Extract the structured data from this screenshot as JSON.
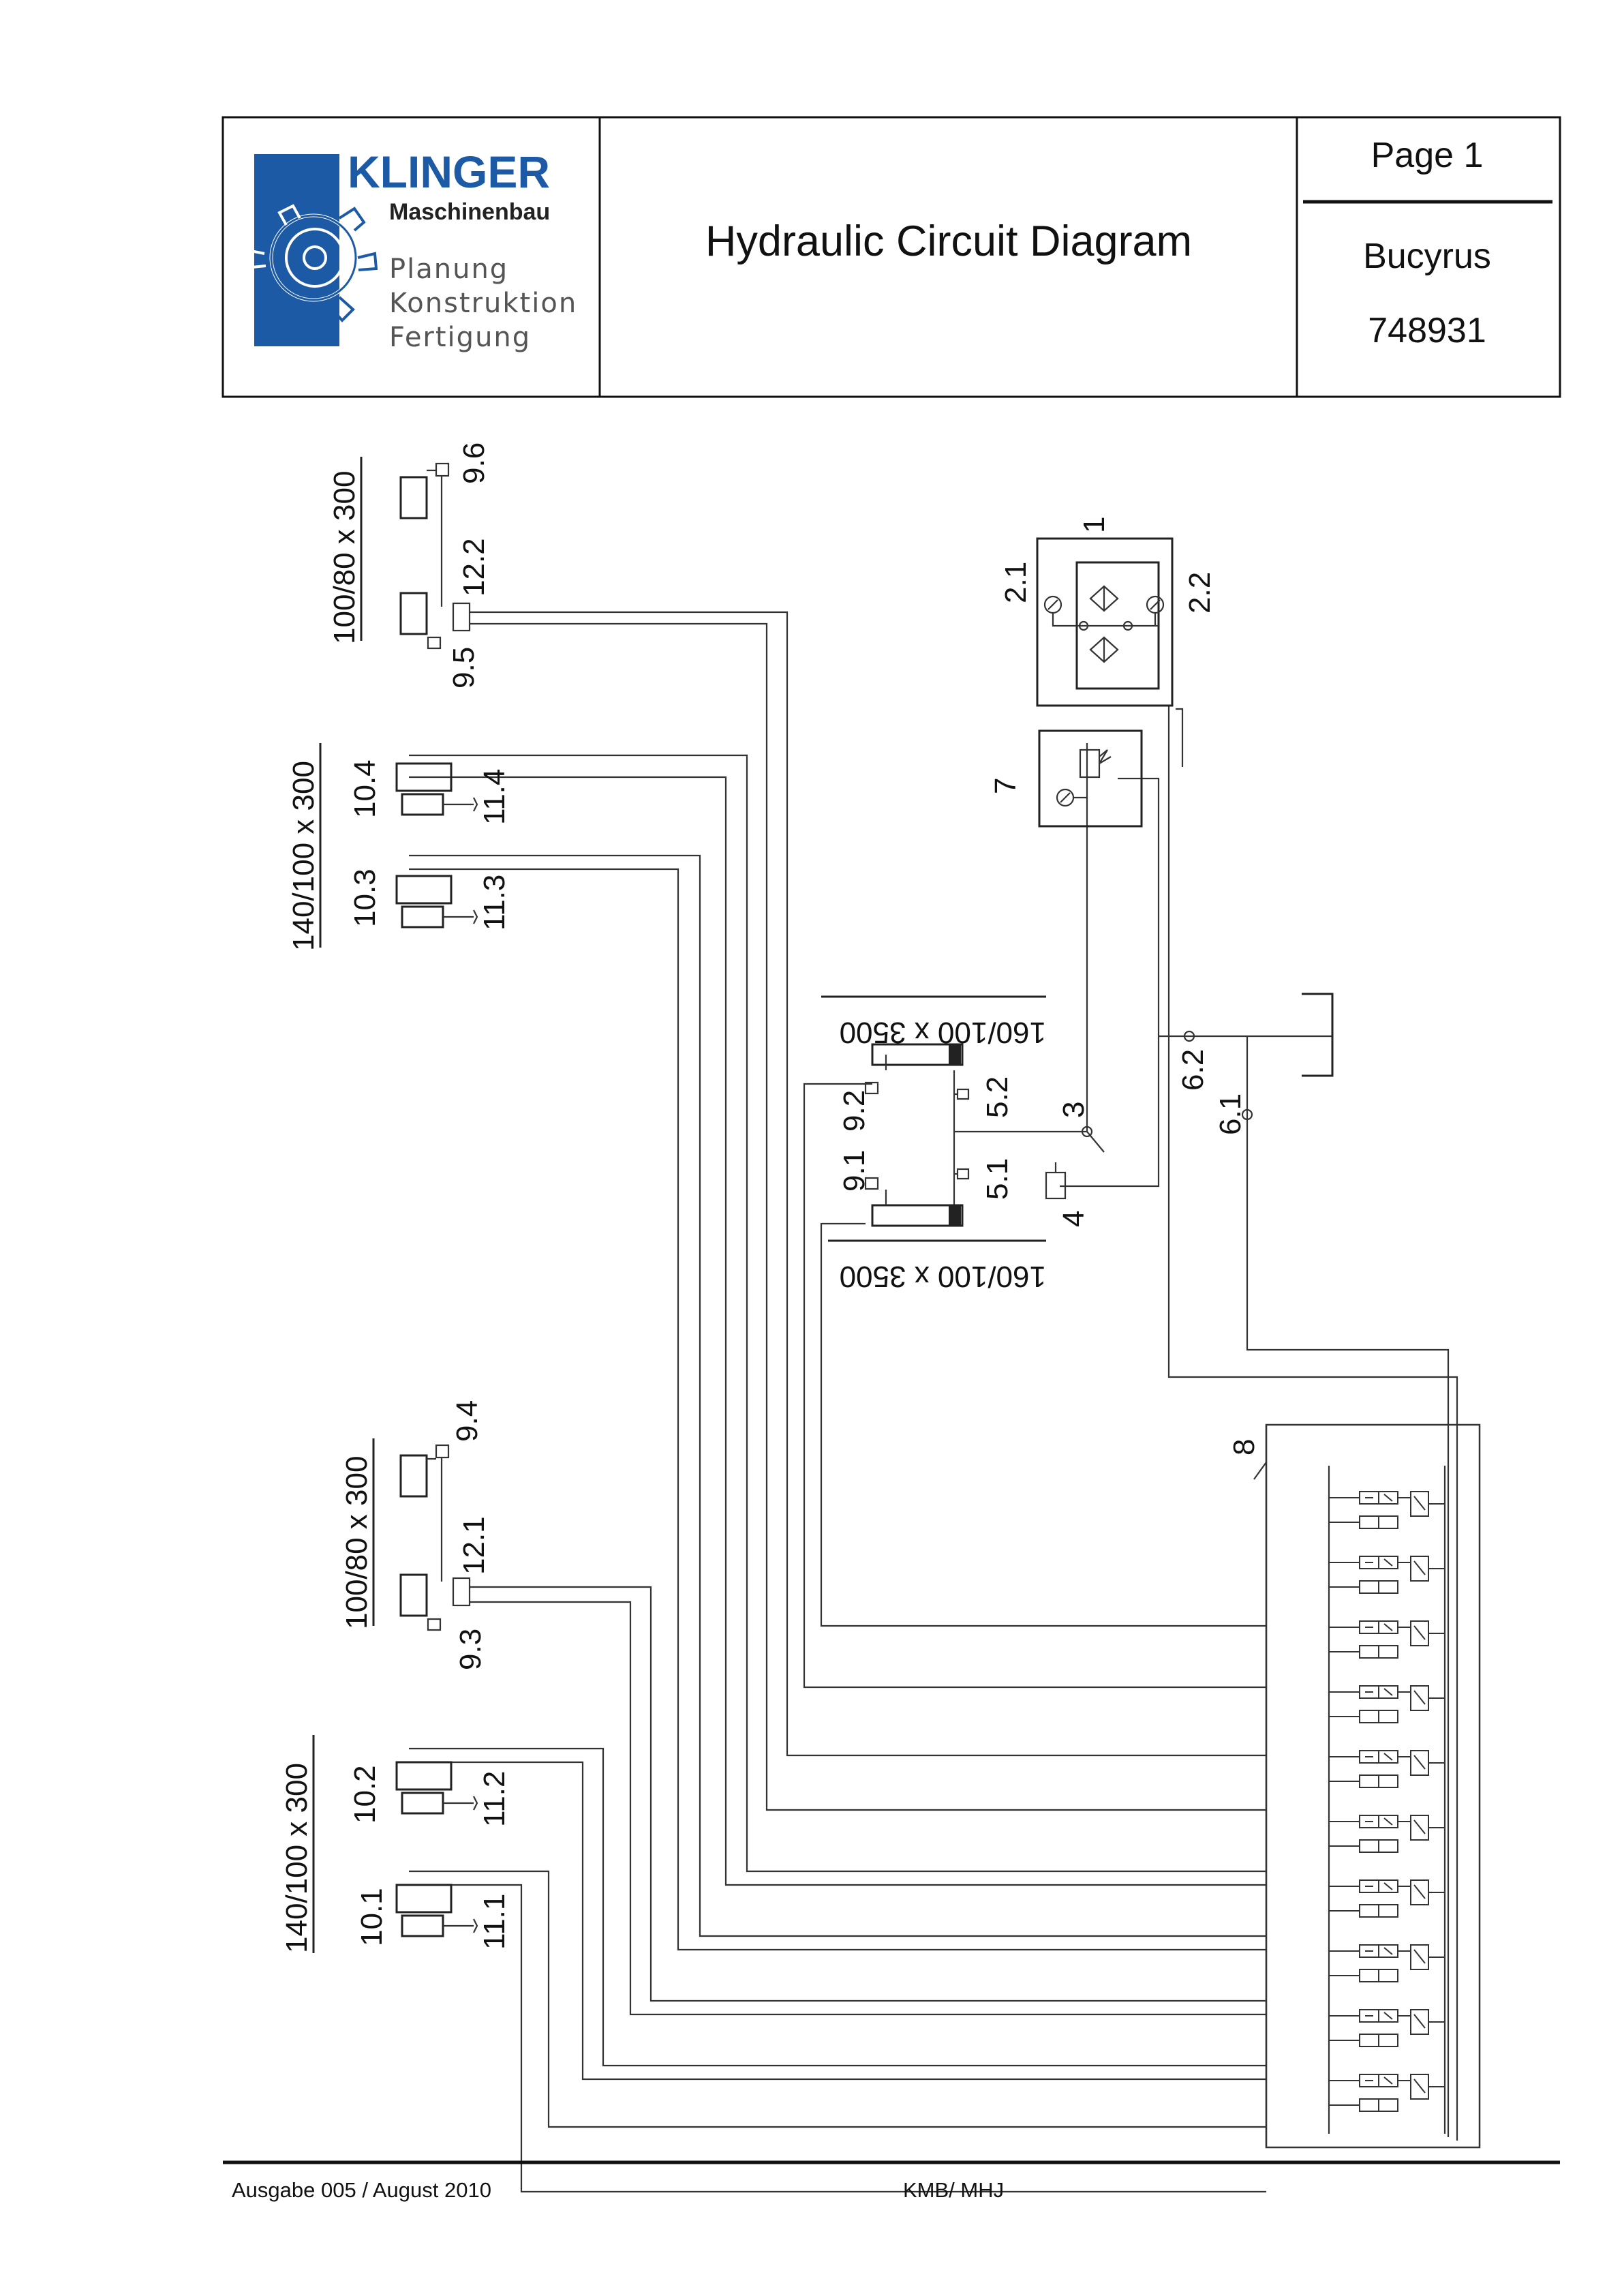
{
  "header": {
    "logo": {
      "brand": "KLINGER",
      "subtitle": "Maschinenbau",
      "lines": [
        "Planung",
        "Konstruktion",
        "Fertigung"
      ],
      "brand_color": "#1c5aa6"
    },
    "title": "Hydraulic Circuit Diagram",
    "page_label": "Page  1",
    "customer": "Bucyrus",
    "number": "748931"
  },
  "components": {
    "pump_unit": "1",
    "gauge_a": "2.1",
    "gauge_b": "2.2",
    "valve_3": "3",
    "valve_4": "4",
    "relief_5_1": "5.1",
    "relief_5_2": "5.2",
    "check_6_1": "6.1",
    "check_6_2": "6.2",
    "control_7": "7",
    "valve_block_8": "8",
    "lock_9_1": "9.1",
    "lock_9_2": "9.2",
    "lock_9_3": "9.3",
    "lock_9_4": "9.4",
    "lock_9_5": "9.5",
    "lock_9_6": "9.6",
    "cyl_10_1": "10.1",
    "cyl_10_2": "10.2",
    "cyl_10_3": "10.3",
    "cyl_10_4": "10.4",
    "valve_11_1": "11.1",
    "valve_11_2": "11.2",
    "valve_11_3": "11.3",
    "valve_11_4": "11.4",
    "block_12_1": "12.1",
    "block_12_2": "12.2"
  },
  "dimensions": {
    "cyl_top": "100/80 x 300",
    "cyl_pair_upper": "140/100 x 300",
    "cyl_mid": "100/80 x 300",
    "cyl_pair_lower": "140/100 x 300",
    "main_cyl_upper": "160/100 x 3500",
    "main_cyl_lower": "160/100 x 3500"
  },
  "footer": {
    "edition": "Ausgabe 005 /  August  2010",
    "author": "KMB/ MHJ"
  }
}
